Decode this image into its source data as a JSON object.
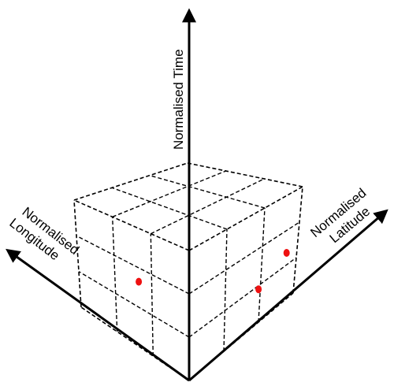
{
  "axes": {
    "time": {
      "label": "Normalised Time"
    },
    "longitude": {
      "line1": "Normalised",
      "line2": "Longitude"
    },
    "latitude": {
      "line1": "Normalised",
      "line2": "Latitude"
    }
  },
  "colors": {
    "ink": "#000000",
    "point": "#ee1111",
    "background": "#ffffff"
  },
  "cube": {
    "divisions": 3,
    "line_style": "dashed"
  },
  "points": [
    {
      "face": "left",
      "u": 0.45,
      "v": 0.55
    },
    {
      "face": "right",
      "u": 0.65,
      "v": 0.3
    },
    {
      "face": "right",
      "u": 0.9,
      "v": 0.45
    }
  ]
}
